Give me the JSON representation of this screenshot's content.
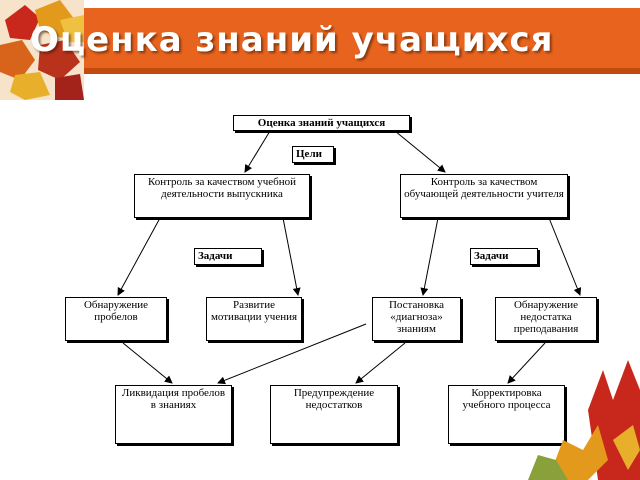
{
  "slide": {
    "title": "Оценка знаний учащихся"
  },
  "diagram": {
    "root": "Оценка знаний учащихся",
    "goals_label": "Цели",
    "goal_left": "Контроль за качеством учебной деятельности выпускника",
    "goal_right": "Контроль за качеством обучающей деятельности учителя",
    "tasks_label_left": "Задачи",
    "tasks_label_right": "Задачи",
    "task_1": "Обнаружение пробелов",
    "task_2": "Развитие мотивации учения",
    "task_3": "Постановка «диагноза» знаниям",
    "task_4": "Обнаружение недостатка преподавания",
    "outcome_1": "Ликвидация пробелов в знаниях",
    "outcome_2": "Предупреждение недостатков",
    "outcome_3": "Корректировка учебного процесса"
  },
  "colors": {
    "banner": "#e8641e",
    "banner_shadow": "#c24a0e",
    "diagram_lines": "#000000"
  },
  "icons": [
    "autumn-leaves-decoration"
  ]
}
